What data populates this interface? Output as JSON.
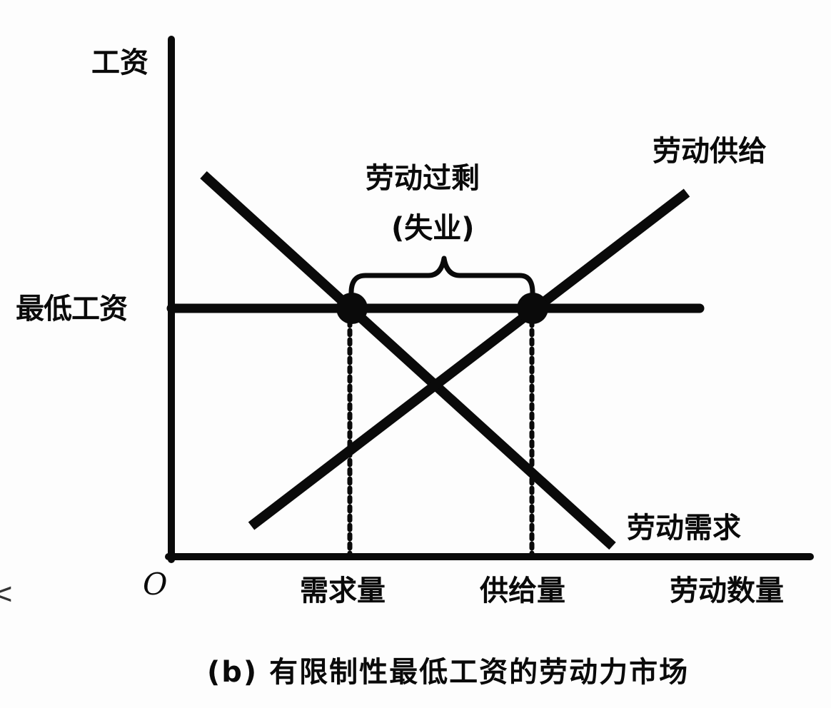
{
  "diagram": {
    "title": "(b) 有限制性最低工资的劳动力市场",
    "axes": {
      "y_label": "工资",
      "x_label": "劳动数量",
      "origin": "O"
    },
    "price_floor": {
      "label": "最低工资",
      "y": 432
    },
    "curves": {
      "supply": {
        "label": "劳动供给",
        "from": [
          352,
          735
        ],
        "to": [
          962,
          270
        ]
      },
      "demand": {
        "label": "劳动需求",
        "from": [
          285,
          245
        ],
        "to": [
          858,
          765
        ]
      }
    },
    "quantities": {
      "demanded": "需求量",
      "supplied": "供给量"
    },
    "surplus": {
      "label": "劳动过剩",
      "sublabel": "(失业)"
    },
    "edge_mark": "<",
    "colors": {
      "line": "#0a0a0a",
      "background": "#fdfdfd"
    }
  },
  "chart_data": {
    "type": "line",
    "title": "(b) 有限制性最低工资的劳动力市场",
    "xlabel": "劳动数量",
    "ylabel": "工资",
    "grid": false,
    "series": [
      {
        "name": "劳动需求",
        "x": [
          0.05,
          0.69
        ],
        "y": [
          0.73,
          0.02
        ],
        "slope": "negative"
      },
      {
        "name": "劳动供给",
        "x": [
          0.13,
          0.81
        ],
        "y": [
          0.06,
          0.7
        ],
        "slope": "positive"
      },
      {
        "name": "最低工资",
        "x": [
          0,
          0.83
        ],
        "y": [
          0.48,
          0.48
        ],
        "type": "horizontal"
      }
    ],
    "annotations": [
      {
        "text": "需求量",
        "x": 0.28,
        "type": "x-tick",
        "note": "demand at minimum wage"
      },
      {
        "text": "供给量",
        "x": 0.57,
        "type": "x-tick",
        "note": "supply at minimum wage"
      },
      {
        "text": "劳动过剩 (失业)",
        "type": "brace",
        "x_range": [
          0.28,
          0.57
        ]
      },
      {
        "text": "最低工资",
        "type": "y-tick",
        "y": 0.48
      },
      {
        "text": "O",
        "type": "origin"
      }
    ],
    "xlim": [
      0,
      1
    ],
    "ylim": [
      0,
      1
    ]
  }
}
